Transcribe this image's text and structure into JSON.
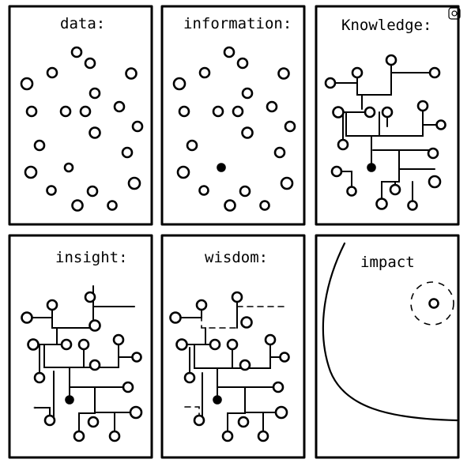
{
  "panels": [
    {
      "id": "data",
      "title": "data:"
    },
    {
      "id": "information",
      "title": "information:"
    },
    {
      "id": "knowledge",
      "title": "Knowledge:"
    },
    {
      "id": "insight",
      "title": "insight:"
    },
    {
      "id": "wisdom",
      "title": "wisdom:"
    },
    {
      "id": "impact",
      "title": "impact"
    }
  ],
  "icons": {
    "corner": "gear-icon"
  }
}
